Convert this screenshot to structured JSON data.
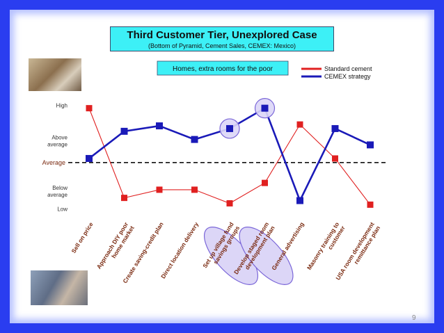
{
  "slide": {
    "title": "Third Customer Tier, Unexplored Case",
    "subtitle": "(Bottom of Pyramid, Cement Sales, CEMEX: Mexico)",
    "page_number": "9",
    "photos": [
      "photo-people-at-table",
      "photo-woman-with-cement-bags"
    ]
  },
  "chart_data": {
    "type": "line",
    "annotation": "Homes, extra rooms for the poor",
    "y_levels": [
      "Low",
      "Below average",
      "Average",
      "Above average",
      "High"
    ],
    "y_tick_labels": [
      {
        "text": "High",
        "value": 4.7
      },
      {
        "text": "Above average",
        "value": 3.4
      },
      {
        "text": "Average",
        "value": 2.6
      },
      {
        "text": "Below average",
        "value": 1.55
      },
      {
        "text": "Low",
        "value": 0.9
      }
    ],
    "average_value": 2.6,
    "ylim": [
      0.6,
      5.0
    ],
    "categories": [
      "Sell on price",
      "Approach DIY poor home market",
      "Create saving-credit plan",
      "Direct location delivery",
      "Set up village fund savings groups",
      "Develop staged room development plan",
      "General advertising",
      "Masonry training to customer",
      "USA room development remittance plan"
    ],
    "highlighted_categories": [
      4,
      5
    ],
    "series": [
      {
        "name": "Standard cement",
        "color": "#e02020",
        "values": [
          4.6,
          1.3,
          1.6,
          1.6,
          1.1,
          1.85,
          4.0,
          2.75,
          1.05
        ]
      },
      {
        "name": "CEMEX strategy",
        "color": "#1a1ab8",
        "values": [
          2.75,
          3.75,
          3.95,
          3.45,
          3.85,
          4.6,
          1.2,
          3.85,
          3.25
        ]
      }
    ],
    "highlighted_points": [
      {
        "series": 1,
        "index": 4
      },
      {
        "series": 1,
        "index": 5
      }
    ],
    "grid": false,
    "legend_position": "top-right"
  }
}
